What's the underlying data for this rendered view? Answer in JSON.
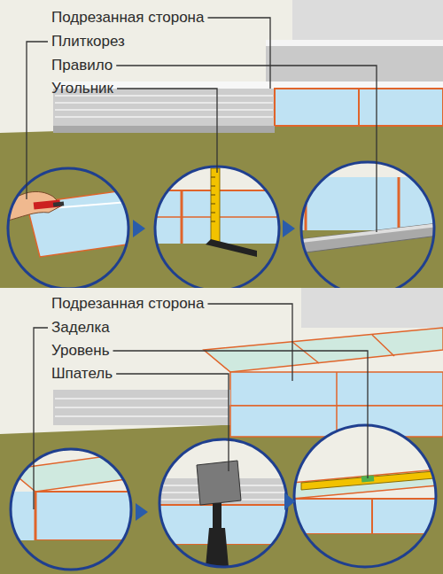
{
  "diagram": {
    "labels": [
      "Подрезанная сторона",
      "Плиткорез",
      "Правило",
      "Угольник",
      "Подрезанная сторона",
      "Заделка",
      "Уровень",
      "Шпатель"
    ]
  }
}
